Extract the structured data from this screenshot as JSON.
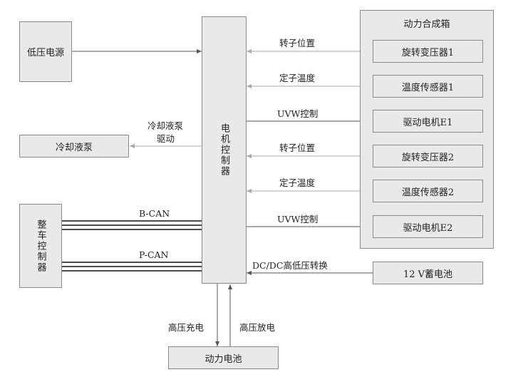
{
  "colors": {
    "box_fill": "#e9e9e9",
    "box_border": "#8a8a8a",
    "arrow_gray": "#a8a8a8",
    "arrow_dark": "#555555",
    "bus": "#111111"
  },
  "boxes": {
    "low_voltage_source": "低压电源",
    "coolant_pump": "冷却液泵",
    "vehicle_controller": "整车控制器",
    "motor_controller": "电机控制器",
    "power_assembly_title": "动力合成箱",
    "resolver_1": "旋转变压器1",
    "temp_sensor_1": "温度传感器1",
    "drive_motor_e1": "驱动电机E1",
    "resolver_2": "旋转变压器2",
    "temp_sensor_2": "温度传感器2",
    "drive_motor_e2": "驱动电机E2",
    "battery_12v": "12 V蓄电池",
    "power_battery": "动力电池"
  },
  "labels": {
    "rotor_position_1": "转子位置",
    "stator_temp_1": "定子温度",
    "uvw_control_1": "UVW控制",
    "rotor_position_2": "转子位置",
    "stator_temp_2": "定子温度",
    "uvw_control_2": "UVW控制",
    "dcdc": "DC/DC高低压转换",
    "pump_drive_line1": "冷却液泵",
    "pump_drive_line2": "驱动",
    "b_can": "B-CAN",
    "p_can": "P-CAN",
    "hv_charge": "高压充电",
    "hv_discharge": "高压放电"
  }
}
